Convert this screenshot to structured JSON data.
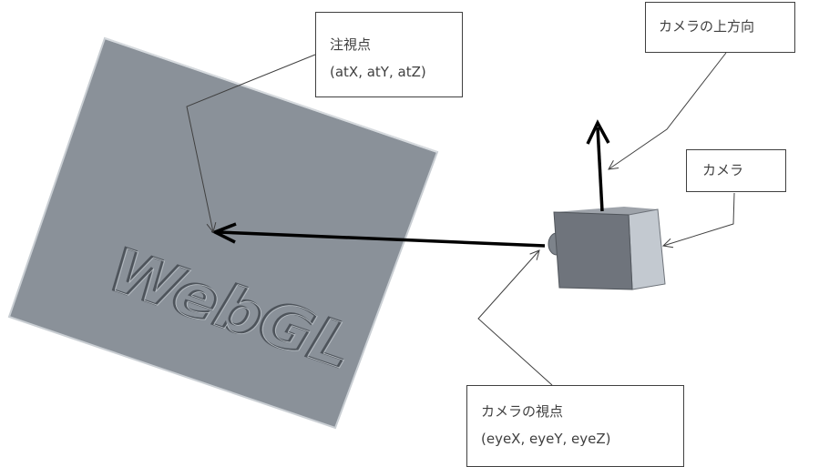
{
  "labels": {
    "target": {
      "name": "注視点",
      "coords": "(atX, atY, atZ)"
    },
    "up_direction": {
      "name": "カメラの上方向"
    },
    "camera": {
      "name": "カメラ"
    },
    "eye": {
      "name": "カメラの視点",
      "coords": "(eyeX, eyeY, eyeZ)"
    }
  },
  "plane_logo": "WebGL",
  "colors": {
    "plane_face": "#8a9199",
    "plane_edge": "#c9ced3",
    "camera_front": "#6f747c",
    "camera_side": "#c3c9d0",
    "camera_top": "#9ea3aa",
    "arrow": "#000000",
    "leader_line": "#404040"
  }
}
